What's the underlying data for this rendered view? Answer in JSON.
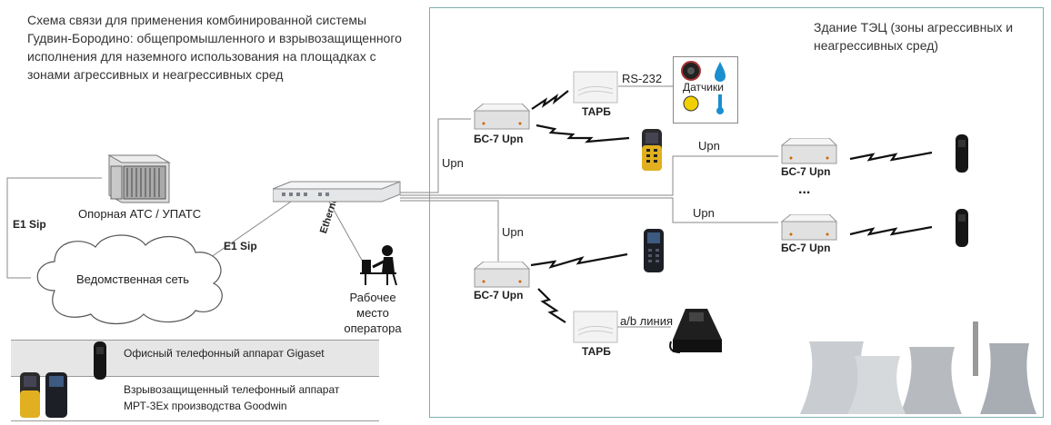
{
  "diagram": {
    "title": "Схема связи для применения комбинированной системы Гудвин-Бородино: общепромышленного и взрывозащищенного исполнения для наземного использования на площадках с зонами агрессивных и неагрессивных сред",
    "zone_title": "Здание ТЭЦ (зоны агрессивных и неагрессивных сред)",
    "nodes": {
      "ats": "Опорная АТС / УПАТС",
      "network": "Ведомственная сеть",
      "operator": "Рабочее место оператора",
      "sensors": "Датчики",
      "tarb_top": "ТАРБ",
      "tarb_bottom": "ТАРБ",
      "bs_top": "БС-7 Upn",
      "bs_bottom": "БС-7 Upn",
      "bs_right1": "БС-7 Upn",
      "bs_right2": "БС-7 Upn"
    },
    "links": {
      "e1_left": "E1 Sip",
      "e1_center": "E1 Sip",
      "ethernet": "Ethernet",
      "rs232": "RS-232",
      "upn_top": "Upn",
      "upn_bottom": "Upn",
      "upn_right1": "Upn",
      "upn_right2": "Upn",
      "ab_line": "a/b линия",
      "ellipsis": "..."
    },
    "legend": {
      "office_phone": "Офисный телефонный аппарат Gigaset",
      "ex_phone": "Взрывозащищенный телефонный аппарат МРТ-3Ex производства Goodwin"
    }
  }
}
